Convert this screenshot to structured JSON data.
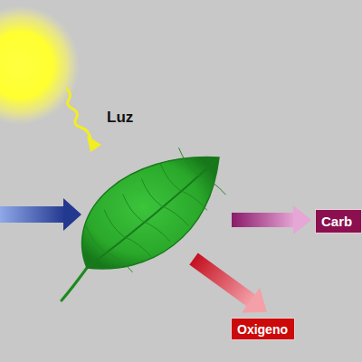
{
  "diagram": {
    "nodes": [
      {
        "text": [
          "Carb"
        ]
      },
      {
        "text": [
          "Oxigeno"
        ]
      }
    ],
    "labels": [
      "Luz"
    ]
  }
}
